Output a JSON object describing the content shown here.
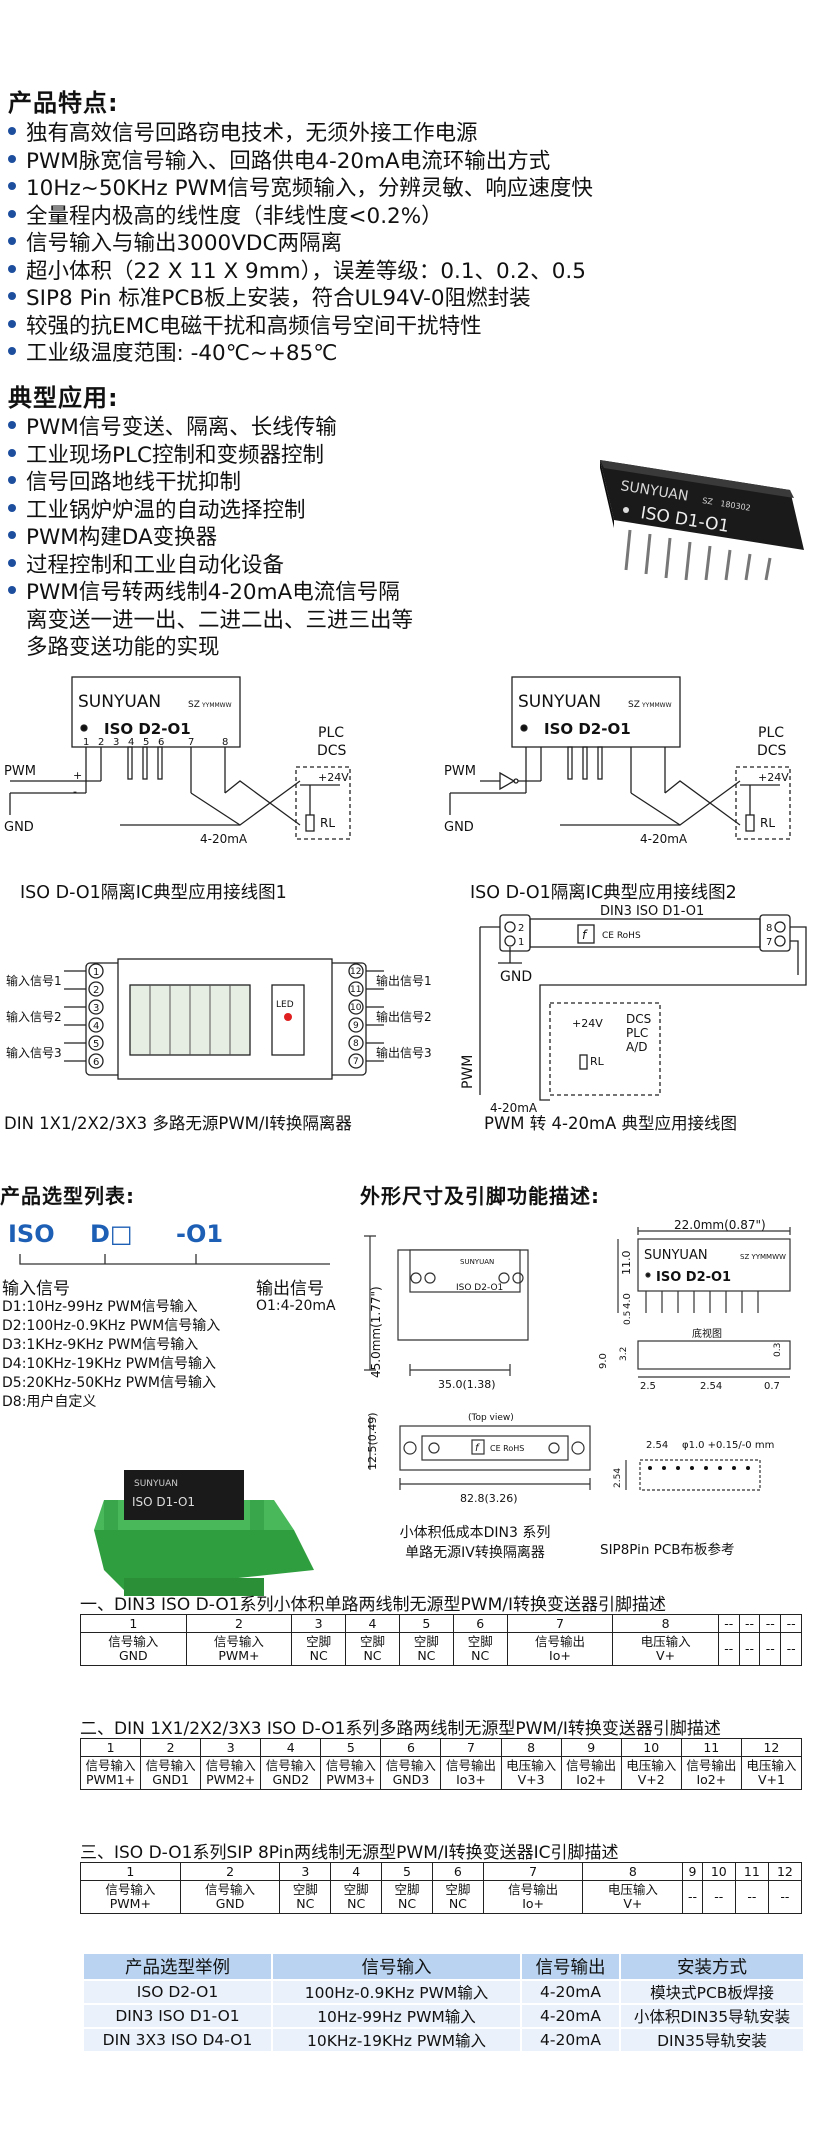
{
  "features": {
    "title": "产品特点:",
    "items": [
      "独有高效信号回路窃电技术，无须外接工作电源",
      "PWM脉宽信号输入、回路供电4-20mA电流环输出方式",
      "10Hz~50KHz PWM信号宽频输入，分辨灵敏、响应速度快",
      "全量程内极高的线性度（非线性度<0.2%）",
      "信号输入与输出3000VDC两隔离",
      "超小体积（22 X 11 X 9mm），误差等级：0.1、0.2、0.5",
      "SIP8 Pin 标准PCB板上安装，符合UL94V-0阻燃封装",
      "较强的抗EMC电磁干扰和高频信号空间干扰特性",
      "工业级温度范围: -40℃~+85℃"
    ]
  },
  "apps": {
    "title": "典型应用:",
    "items": [
      "PWM信号变送、隔离、长线传输",
      "工业现场PLC控制和变频器控制",
      "信号回路地线干扰抑制",
      "工业锅炉炉温的自动选择控制",
      "PWM构建DA变换器",
      "过程控制和工业自动化设备",
      "PWM信号转两线制4-20mA电流信号隔"
    ],
    "cont1": "离变送一进一出、二进二出、三进三出等",
    "cont2": "多路变送功能的实现"
  },
  "chip_photo": {
    "brand": "SUNYUAN",
    "sz": "SZ",
    "code": "180302",
    "model": "ISO D1-O1"
  },
  "diag1": {
    "brand": "SUNYUAN",
    "sz": "SZ",
    "date": "YYMMWW",
    "model": "ISO D2-O1",
    "pins": [
      "1",
      "2",
      "3",
      "4",
      "5",
      "6",
      "7",
      "8"
    ],
    "pwm": "PWM",
    "gnd": "GND",
    "current": "4-20mA",
    "plc": "PLC",
    "dcs": "DCS",
    "v24": "+24V",
    "rl": "RL",
    "plus": "+",
    "minus": "-",
    "caption": "ISO D-O1隔离IC典型应用接线图1"
  },
  "diag2": {
    "brand": "SUNYUAN",
    "sz": "SZ",
    "date": "YYMMWW",
    "model": "ISO D2-O1",
    "pwm": "PWM",
    "gnd": "GND",
    "current": "4-20mA",
    "plc": "PLC",
    "dcs": "DCS",
    "v24": "+24V",
    "rl": "RL",
    "caption": "ISO D-O1隔离IC典型应用接线图2"
  },
  "diag3": {
    "in_labels": [
      "输入信号1",
      "输入信号2",
      "输入信号3"
    ],
    "out_labels": [
      "输出信号1",
      "输出信号2",
      "输出信号3"
    ],
    "left_nums": [
      "1",
      "2",
      "3",
      "4",
      "5",
      "6"
    ],
    "right_nums": [
      "12",
      "11",
      "10",
      "9",
      "8",
      "7"
    ],
    "led": "LED",
    "caption": "DIN 1X1/2X2/3X3 多路无源PWM/I转换隔离器"
  },
  "diag4": {
    "title": "DIN3 ISO D1-O1",
    "pins_l": [
      "2",
      "1"
    ],
    "pins_r": [
      "8",
      "7"
    ],
    "ce": "CE RoHS",
    "gnd": "GND",
    "pwm": "PWM",
    "dcs": "DCS",
    "plc": "PLC",
    "ad": "A/D",
    "v24": "+24V",
    "rl": "RL",
    "current": "4-20mA",
    "caption": "PWM 转 4-20mA 典型应用接线图"
  },
  "selection": {
    "title": "产品选型列表:",
    "iso": "ISO",
    "d": "D□",
    "o1": "-O1",
    "in_label": "输入信号",
    "out_label": "输出信号",
    "out_val": "O1:4-20mA",
    "options": [
      "D1:10Hz-99Hz PWM信号输入",
      "D2:100Hz-0.9KHz PWM信号输入",
      "D3:1KHz-9KHz PWM信号输入",
      "D4:10KHz-19KHz PWM信号输入",
      "D5:20KHz-50KHz PWM信号输入",
      "D8:用户自定义"
    ]
  },
  "dims": {
    "title": "外形尺寸及引脚功能描述:",
    "h45": "45.0mm(1.77\")",
    "w35": "35.0(1.38)",
    "top_view": "(Top view)",
    "w82": "82.8(3.26)",
    "h125": "12.5(0.49)",
    "din_model": "ISO D2-O1",
    "din_brand": "SUNYUAN",
    "caption1": "小体积低成本DIN3 系列",
    "caption2": "单路无源IV转换隔离器",
    "w22": "22.0mm(0.87\")",
    "h110": "11.0",
    "h40": "4.0",
    "h05": "0.5",
    "sip_model": "ISO D2-O1",
    "sip_brand": "SUNYUAN",
    "sip_sz": "SZ YYMMWW",
    "bottom": "底视图",
    "d90": "9.0",
    "d32": "3.2",
    "d25": "2.5",
    "d254": "2.54",
    "d07": "0.7",
    "d03": "0.3",
    "pcb_254": "2.54",
    "pcb_hole": "φ1.0 +0.15/-0 mm",
    "pcb_254v": "2.54",
    "pcb_caption": "SIP8Pin PCB布板参考",
    "green_brand": "SUNYUAN",
    "green_model": "ISO D1-O1"
  },
  "table1": {
    "title": "一、DIN3 ISO D-O1系列小体积单路两线制无源型PWM/I转换变送器引脚描述",
    "nums": [
      "1",
      "2",
      "3",
      "4",
      "5",
      "6",
      "7",
      "8",
      "--",
      "--",
      "--",
      "--"
    ],
    "r1": [
      "信号输入",
      "信号输入",
      "空脚",
      "空脚",
      "空脚",
      "空脚",
      "信号输出",
      "电压输入",
      "--",
      "--",
      "--",
      "--"
    ],
    "r2": [
      "GND",
      "PWM+",
      "NC",
      "NC",
      "NC",
      "NC",
      "Io+",
      "V+",
      "",
      "",
      "",
      ""
    ]
  },
  "table2": {
    "title": "二、DIN 1X1/2X2/3X3 ISO D-O1系列多路两线制无源型PWM/I转换变送器引脚描述",
    "nums": [
      "1",
      "2",
      "3",
      "4",
      "5",
      "6",
      "7",
      "8",
      "9",
      "10",
      "11",
      "12"
    ],
    "r1": [
      "信号输入",
      "信号输入",
      "信号输入",
      "信号输入",
      "信号输入",
      "信号输入",
      "信号输出",
      "电压输入",
      "信号输出",
      "电压输入",
      "信号输出",
      "电压输入"
    ],
    "r2": [
      "PWM1+",
      "GND1",
      "PWM2+",
      "GND2",
      "PWM3+",
      "GND3",
      "Io3+",
      "V+3",
      "Io2+",
      "V+2",
      "Io2+",
      "V+1"
    ]
  },
  "table3": {
    "title": "三、ISO D-O1系列SIP 8Pin两线制无源型PWM/I转换变送器IC引脚描述",
    "nums": [
      "1",
      "2",
      "3",
      "4",
      "5",
      "6",
      "7",
      "8",
      "9",
      "10",
      "11",
      "12"
    ],
    "r1": [
      "信号输入",
      "信号输入",
      "空脚",
      "空脚",
      "空脚",
      "空脚",
      "信号输出",
      "电压输入",
      "--",
      "--",
      "--",
      "--"
    ],
    "r2": [
      "PWM+",
      "GND",
      "NC",
      "NC",
      "NC",
      "NC",
      "Io+",
      "V+",
      "",
      "",
      "",
      ""
    ]
  },
  "examples": {
    "headers": [
      "产品选型举例",
      "信号输入",
      "信号输出",
      "安装方式"
    ],
    "rows": [
      [
        "ISO D2-O1",
        "100Hz-0.9KHz PWM输入",
        "4-20mA",
        "模块式PCB板焊接"
      ],
      [
        "DIN3 ISO D1-O1",
        "10Hz-99Hz PWM输入",
        "4-20mA",
        "小体积DIN35导轨安装"
      ],
      [
        "DIN 3X3 ISO D4-O1",
        "10KHz-19KHz PWM输入",
        "4-20mA",
        "DIN35导轨安装"
      ]
    ]
  }
}
